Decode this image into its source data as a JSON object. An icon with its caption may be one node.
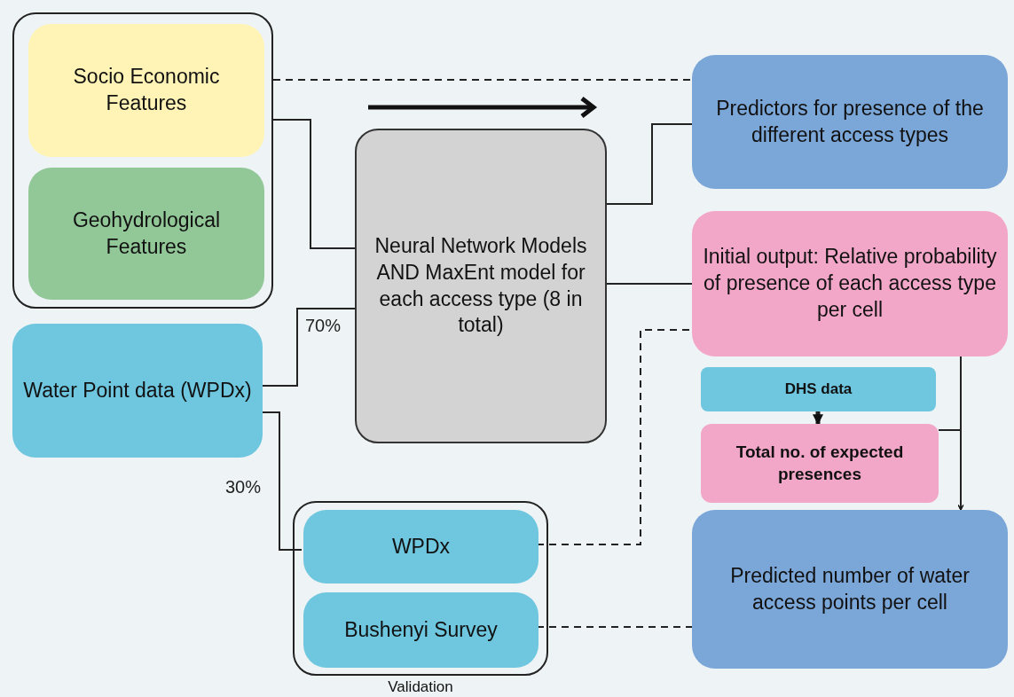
{
  "diagram": {
    "nodes": [
      {
        "text": [],
        "shape": "box"
      },
      {
        "text": [
          "Socio Economic Features"
        ],
        "in": 0
      },
      {
        "text": [
          "Geohydrological Features"
        ],
        "in": 0
      },
      {
        "text": [
          "Water Point data (WPDx)"
        ]
      },
      {
        "text": [
          "Neural Network Models AND MaxEnt model for each access type (8 in total)"
        ]
      },
      {
        "text": [
          "Predictors for presence of the different access types"
        ]
      },
      {
        "text": [
          "Initial output: Relative probability of presence of each access type per cell"
        ]
      },
      {
        "text": [
          "DHS data"
        ]
      },
      {
        "text": [
          "Total no. of expected presences"
        ]
      },
      {
        "text": [
          "Predicted number of water access points per cell"
        ]
      },
      {
        "text": [
          "Validation"
        ]
      },
      {
        "text": [
          "WPDx"
        ],
        "in": 10
      },
      {
        "text": [
          "Bushenyi Survey"
        ],
        "in": 10
      }
    ],
    "edges": [
      {
        "from": 0,
        "to": 4,
        "arrow": "none"
      },
      {
        "from": 0,
        "to": 5,
        "arrow": "none",
        "style": "dashed"
      },
      {
        "from": 3,
        "to": 4,
        "arrow": "none",
        "label": "70%"
      },
      {
        "from": 3,
        "to": 11,
        "arrow": "none",
        "label": "30%"
      },
      {
        "from": 4,
        "to": 5,
        "arrow": "none"
      },
      {
        "from": 4,
        "to": 6,
        "arrow": "none"
      },
      {
        "from": 11,
        "to": 6,
        "arrow": "none",
        "style": "dashed"
      },
      {
        "from": 12,
        "to": 9,
        "arrow": "none",
        "style": "dashed"
      },
      {
        "from": 7,
        "to": 8,
        "arrow": "to",
        "style": "thick"
      },
      {
        "from": 6,
        "to": 9,
        "arrow": "to"
      },
      {
        "from": 8,
        "to": 9,
        "arrow": "to"
      }
    ]
  }
}
